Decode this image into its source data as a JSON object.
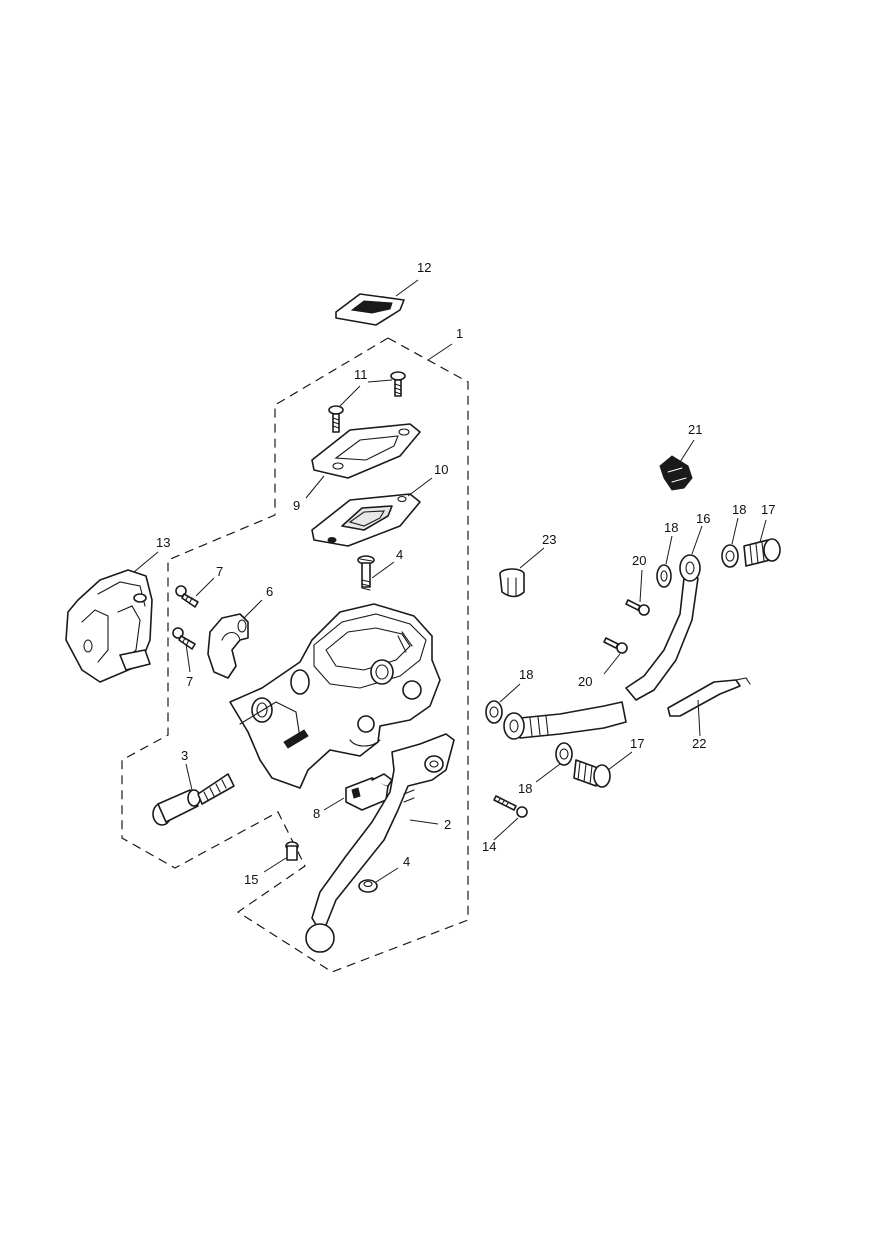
{
  "callouts": [
    {
      "id": "c12",
      "text": "12"
    },
    {
      "id": "c1",
      "text": "1"
    },
    {
      "id": "c11",
      "text": "11"
    },
    {
      "id": "c9",
      "text": "9"
    },
    {
      "id": "c10",
      "text": "10"
    },
    {
      "id": "c13",
      "text": "13"
    },
    {
      "id": "c4a",
      "text": "4"
    },
    {
      "id": "c7a",
      "text": "7"
    },
    {
      "id": "c6",
      "text": "6"
    },
    {
      "id": "c7b",
      "text": "7"
    },
    {
      "id": "c3",
      "text": "3"
    },
    {
      "id": "c8",
      "text": "8"
    },
    {
      "id": "c2",
      "text": "2"
    },
    {
      "id": "c15",
      "text": "15"
    },
    {
      "id": "c4b",
      "text": "4"
    },
    {
      "id": "c21",
      "text": "21"
    },
    {
      "id": "c23",
      "text": "23"
    },
    {
      "id": "c18a",
      "text": "18"
    },
    {
      "id": "c16",
      "text": "16"
    },
    {
      "id": "c18b",
      "text": "18"
    },
    {
      "id": "c17a",
      "text": "17"
    },
    {
      "id": "c20a",
      "text": "20"
    },
    {
      "id": "c20b",
      "text": "20"
    },
    {
      "id": "c18c",
      "text": "18"
    },
    {
      "id": "c22",
      "text": "22"
    },
    {
      "id": "c17b",
      "text": "17"
    },
    {
      "id": "c18d",
      "text": "18"
    },
    {
      "id": "c14",
      "text": "14"
    }
  ]
}
